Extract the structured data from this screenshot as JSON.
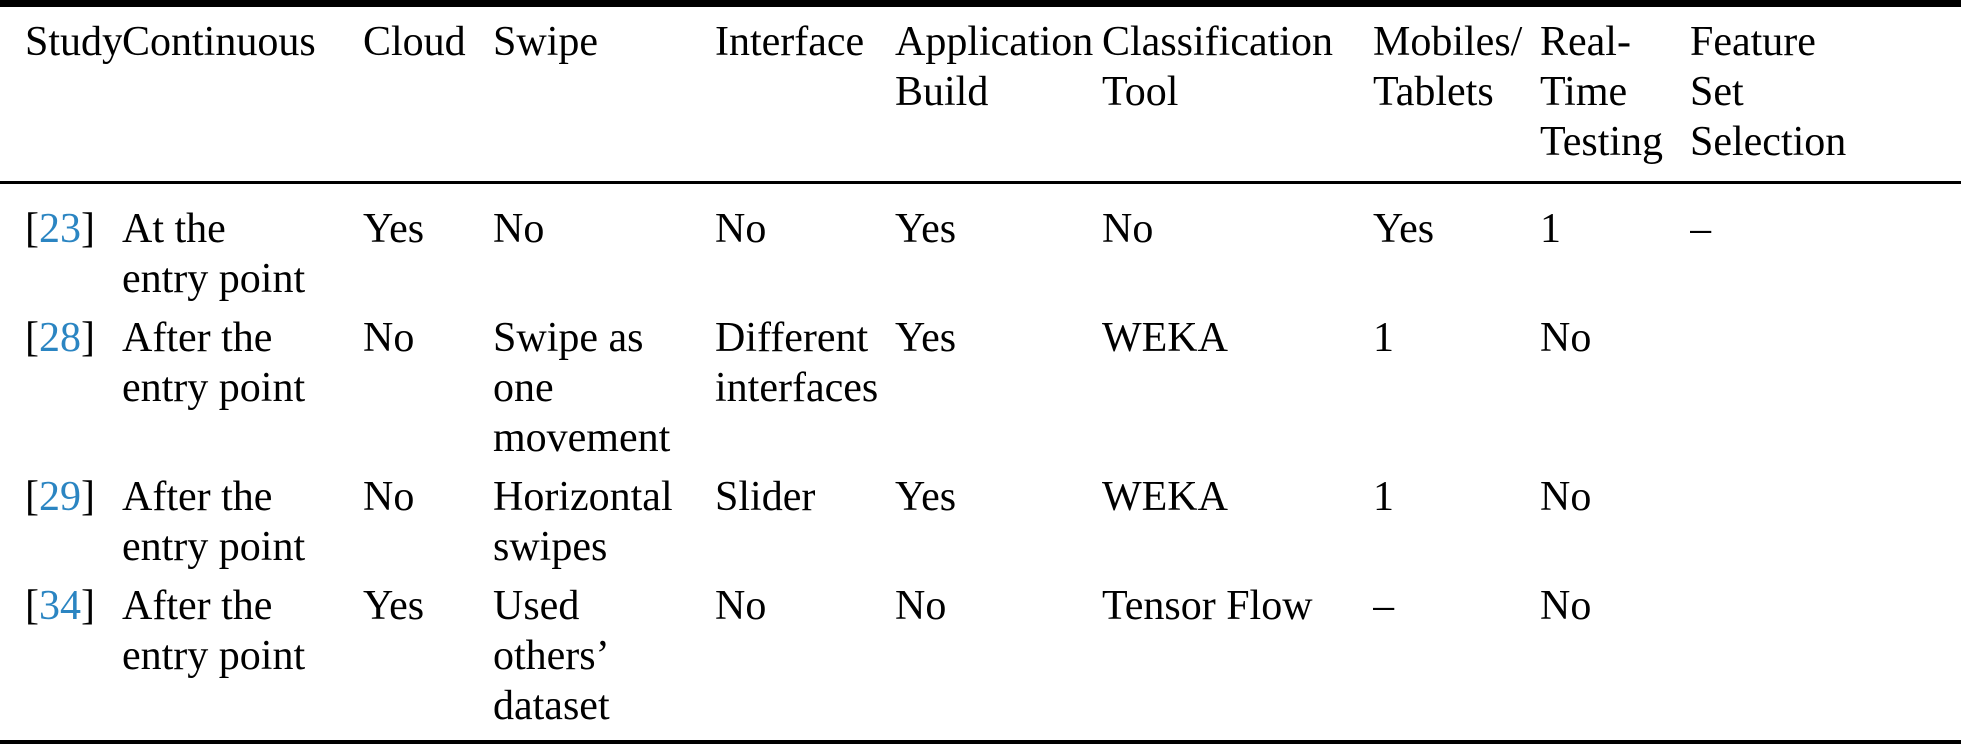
{
  "theme": {
    "link_color": "#2b85c2",
    "text_color": "#000000",
    "background_color": "#ffffff"
  },
  "table": {
    "citation_prefix": "[",
    "citation_suffix": "]",
    "columns": [
      "Study",
      "Continuous",
      "Cloud",
      "Swipe",
      "Interface",
      "Application\nBuild",
      "Classification\nTool",
      "Mobiles/\nTablets",
      "Real-\nTime\nTesting",
      "Feature\nSet\nSelection"
    ],
    "rows": [
      {
        "study_ref": "23",
        "cells": [
          "At the\nentry point",
          "Yes",
          "No",
          "No",
          "Yes",
          "No",
          "Yes",
          "1",
          "–"
        ]
      },
      {
        "study_ref": "28",
        "cells": [
          "After the\nentry point",
          "No",
          "Swipe as\none\nmovement",
          "Different\ninterfaces",
          "Yes",
          "WEKA",
          "1",
          "No",
          ""
        ]
      },
      {
        "study_ref": "29",
        "cells": [
          "After the\nentry point",
          "No",
          "Horizontal\nswipes",
          "Slider",
          "Yes",
          "WEKA",
          "1",
          "No",
          ""
        ]
      },
      {
        "study_ref": "34",
        "cells": [
          "After the\nentry point",
          "Yes",
          "Used\nothers’\ndataset",
          "No",
          "No",
          "Tensor Flow",
          "–",
          "No",
          ""
        ]
      }
    ]
  }
}
